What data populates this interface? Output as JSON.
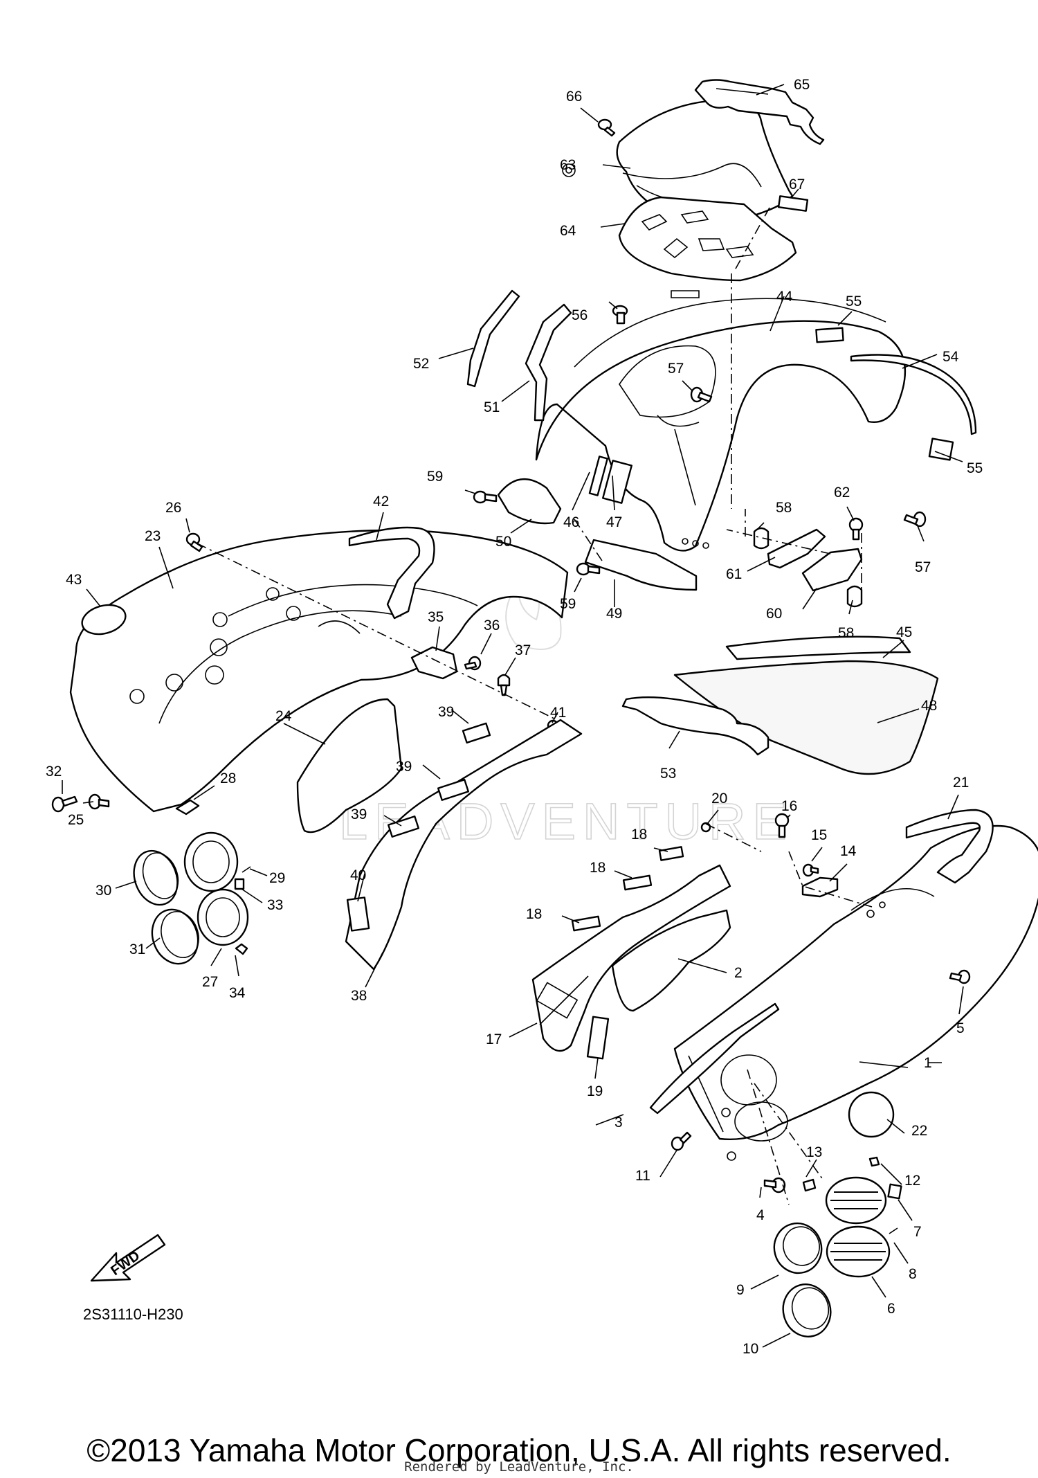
{
  "diagram": {
    "code": "2S31110-H230",
    "direction_marker": "FWD",
    "watermark": "LEADVENTURE",
    "copyright": "©2013 Yamaha Motor Corporation, U.S.A. All rights reserved.",
    "rendered_by": "Rendered by LeadVenture, Inc."
  },
  "callouts": [
    {
      "id": "1",
      "label": "1"
    },
    {
      "id": "2",
      "label": "2"
    },
    {
      "id": "3",
      "label": "3"
    },
    {
      "id": "4",
      "label": "4"
    },
    {
      "id": "5",
      "label": "5"
    },
    {
      "id": "6",
      "label": "6"
    },
    {
      "id": "7",
      "label": "7"
    },
    {
      "id": "8",
      "label": "8"
    },
    {
      "id": "9",
      "label": "9"
    },
    {
      "id": "10",
      "label": "10"
    },
    {
      "id": "11",
      "label": "11"
    },
    {
      "id": "12",
      "label": "12"
    },
    {
      "id": "13",
      "label": "13"
    },
    {
      "id": "14",
      "label": "14"
    },
    {
      "id": "15",
      "label": "15"
    },
    {
      "id": "16",
      "label": "16"
    },
    {
      "id": "17",
      "label": "17"
    },
    {
      "id": "18a",
      "label": "18"
    },
    {
      "id": "18b",
      "label": "18"
    },
    {
      "id": "18c",
      "label": "18"
    },
    {
      "id": "19",
      "label": "19"
    },
    {
      "id": "20",
      "label": "20"
    },
    {
      "id": "21",
      "label": "21"
    },
    {
      "id": "22",
      "label": "22"
    },
    {
      "id": "23",
      "label": "23"
    },
    {
      "id": "24",
      "label": "24"
    },
    {
      "id": "25",
      "label": "25"
    },
    {
      "id": "26",
      "label": "26"
    },
    {
      "id": "27",
      "label": "27"
    },
    {
      "id": "28",
      "label": "28"
    },
    {
      "id": "29",
      "label": "29"
    },
    {
      "id": "30",
      "label": "30"
    },
    {
      "id": "31",
      "label": "31"
    },
    {
      "id": "32",
      "label": "32"
    },
    {
      "id": "33",
      "label": "33"
    },
    {
      "id": "34",
      "label": "34"
    },
    {
      "id": "35",
      "label": "35"
    },
    {
      "id": "36",
      "label": "36"
    },
    {
      "id": "37",
      "label": "37"
    },
    {
      "id": "38",
      "label": "38"
    },
    {
      "id": "39a",
      "label": "39"
    },
    {
      "id": "39b",
      "label": "39"
    },
    {
      "id": "39c",
      "label": "39"
    },
    {
      "id": "40",
      "label": "40"
    },
    {
      "id": "41",
      "label": "41"
    },
    {
      "id": "42",
      "label": "42"
    },
    {
      "id": "43",
      "label": "43"
    },
    {
      "id": "44",
      "label": "44"
    },
    {
      "id": "45",
      "label": "45"
    },
    {
      "id": "46",
      "label": "46"
    },
    {
      "id": "47",
      "label": "47"
    },
    {
      "id": "48",
      "label": "48"
    },
    {
      "id": "49",
      "label": "49"
    },
    {
      "id": "50",
      "label": "50"
    },
    {
      "id": "51",
      "label": "51"
    },
    {
      "id": "52",
      "label": "52"
    },
    {
      "id": "53",
      "label": "53"
    },
    {
      "id": "54",
      "label": "54"
    },
    {
      "id": "55a",
      "label": "55"
    },
    {
      "id": "55b",
      "label": "55"
    },
    {
      "id": "56",
      "label": "56"
    },
    {
      "id": "57a",
      "label": "57"
    },
    {
      "id": "57b",
      "label": "57"
    },
    {
      "id": "58a",
      "label": "58"
    },
    {
      "id": "58b",
      "label": "58"
    },
    {
      "id": "59a",
      "label": "59"
    },
    {
      "id": "59b",
      "label": "59"
    },
    {
      "id": "60",
      "label": "60"
    },
    {
      "id": "61",
      "label": "61"
    },
    {
      "id": "62",
      "label": "62"
    },
    {
      "id": "63",
      "label": "63"
    },
    {
      "id": "64",
      "label": "64"
    },
    {
      "id": "65",
      "label": "65"
    },
    {
      "id": "66",
      "label": "66"
    },
    {
      "id": "67",
      "label": "67"
    }
  ]
}
